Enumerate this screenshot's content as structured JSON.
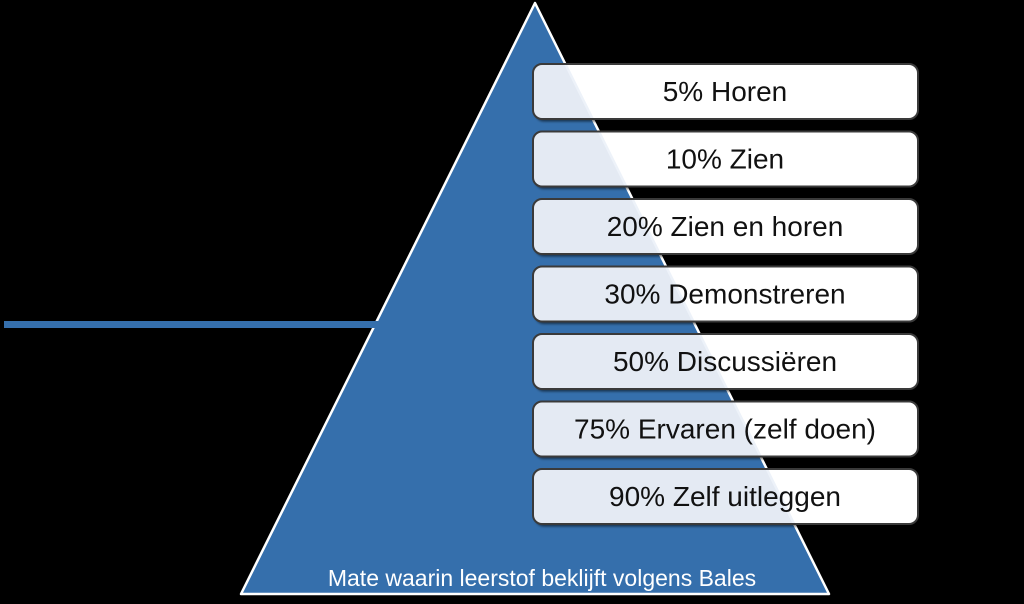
{
  "diagram": {
    "caption": "Mate waarin leerstof beklijft volgens Bales",
    "levels": [
      {
        "percent": 5,
        "method": "Horen",
        "label": "5% Horen"
      },
      {
        "percent": 10,
        "method": "Zien",
        "label": "10% Zien"
      },
      {
        "percent": 20,
        "method": "Zien en horen",
        "label": "20% Zien en horen"
      },
      {
        "percent": 30,
        "method": "Demonstreren",
        "label": "30% Demonstreren"
      },
      {
        "percent": 50,
        "method": "Discussiëren",
        "label": "50% Discussiëren"
      },
      {
        "percent": 75,
        "method": "Ervaren (zelf doen)",
        "label": "75% Ervaren (zelf doen)"
      },
      {
        "percent": 90,
        "method": "Zelf uitleggen",
        "label": "90% Zelf uitleggen"
      }
    ],
    "colors": {
      "background": "#000000",
      "pyramid_fill": "#356FAC",
      "pyramid_outline": "#FFFFFF",
      "pyramid_outline_tinted": "#EDF2F9",
      "box_fill": "#FFFFFF",
      "box_fill_over_pyramid": "#E4EAF3",
      "box_border": "#3A3A3A",
      "level_text": "#111111",
      "caption_text": "#FFFFFF",
      "connector_line": "#356FAC"
    }
  }
}
